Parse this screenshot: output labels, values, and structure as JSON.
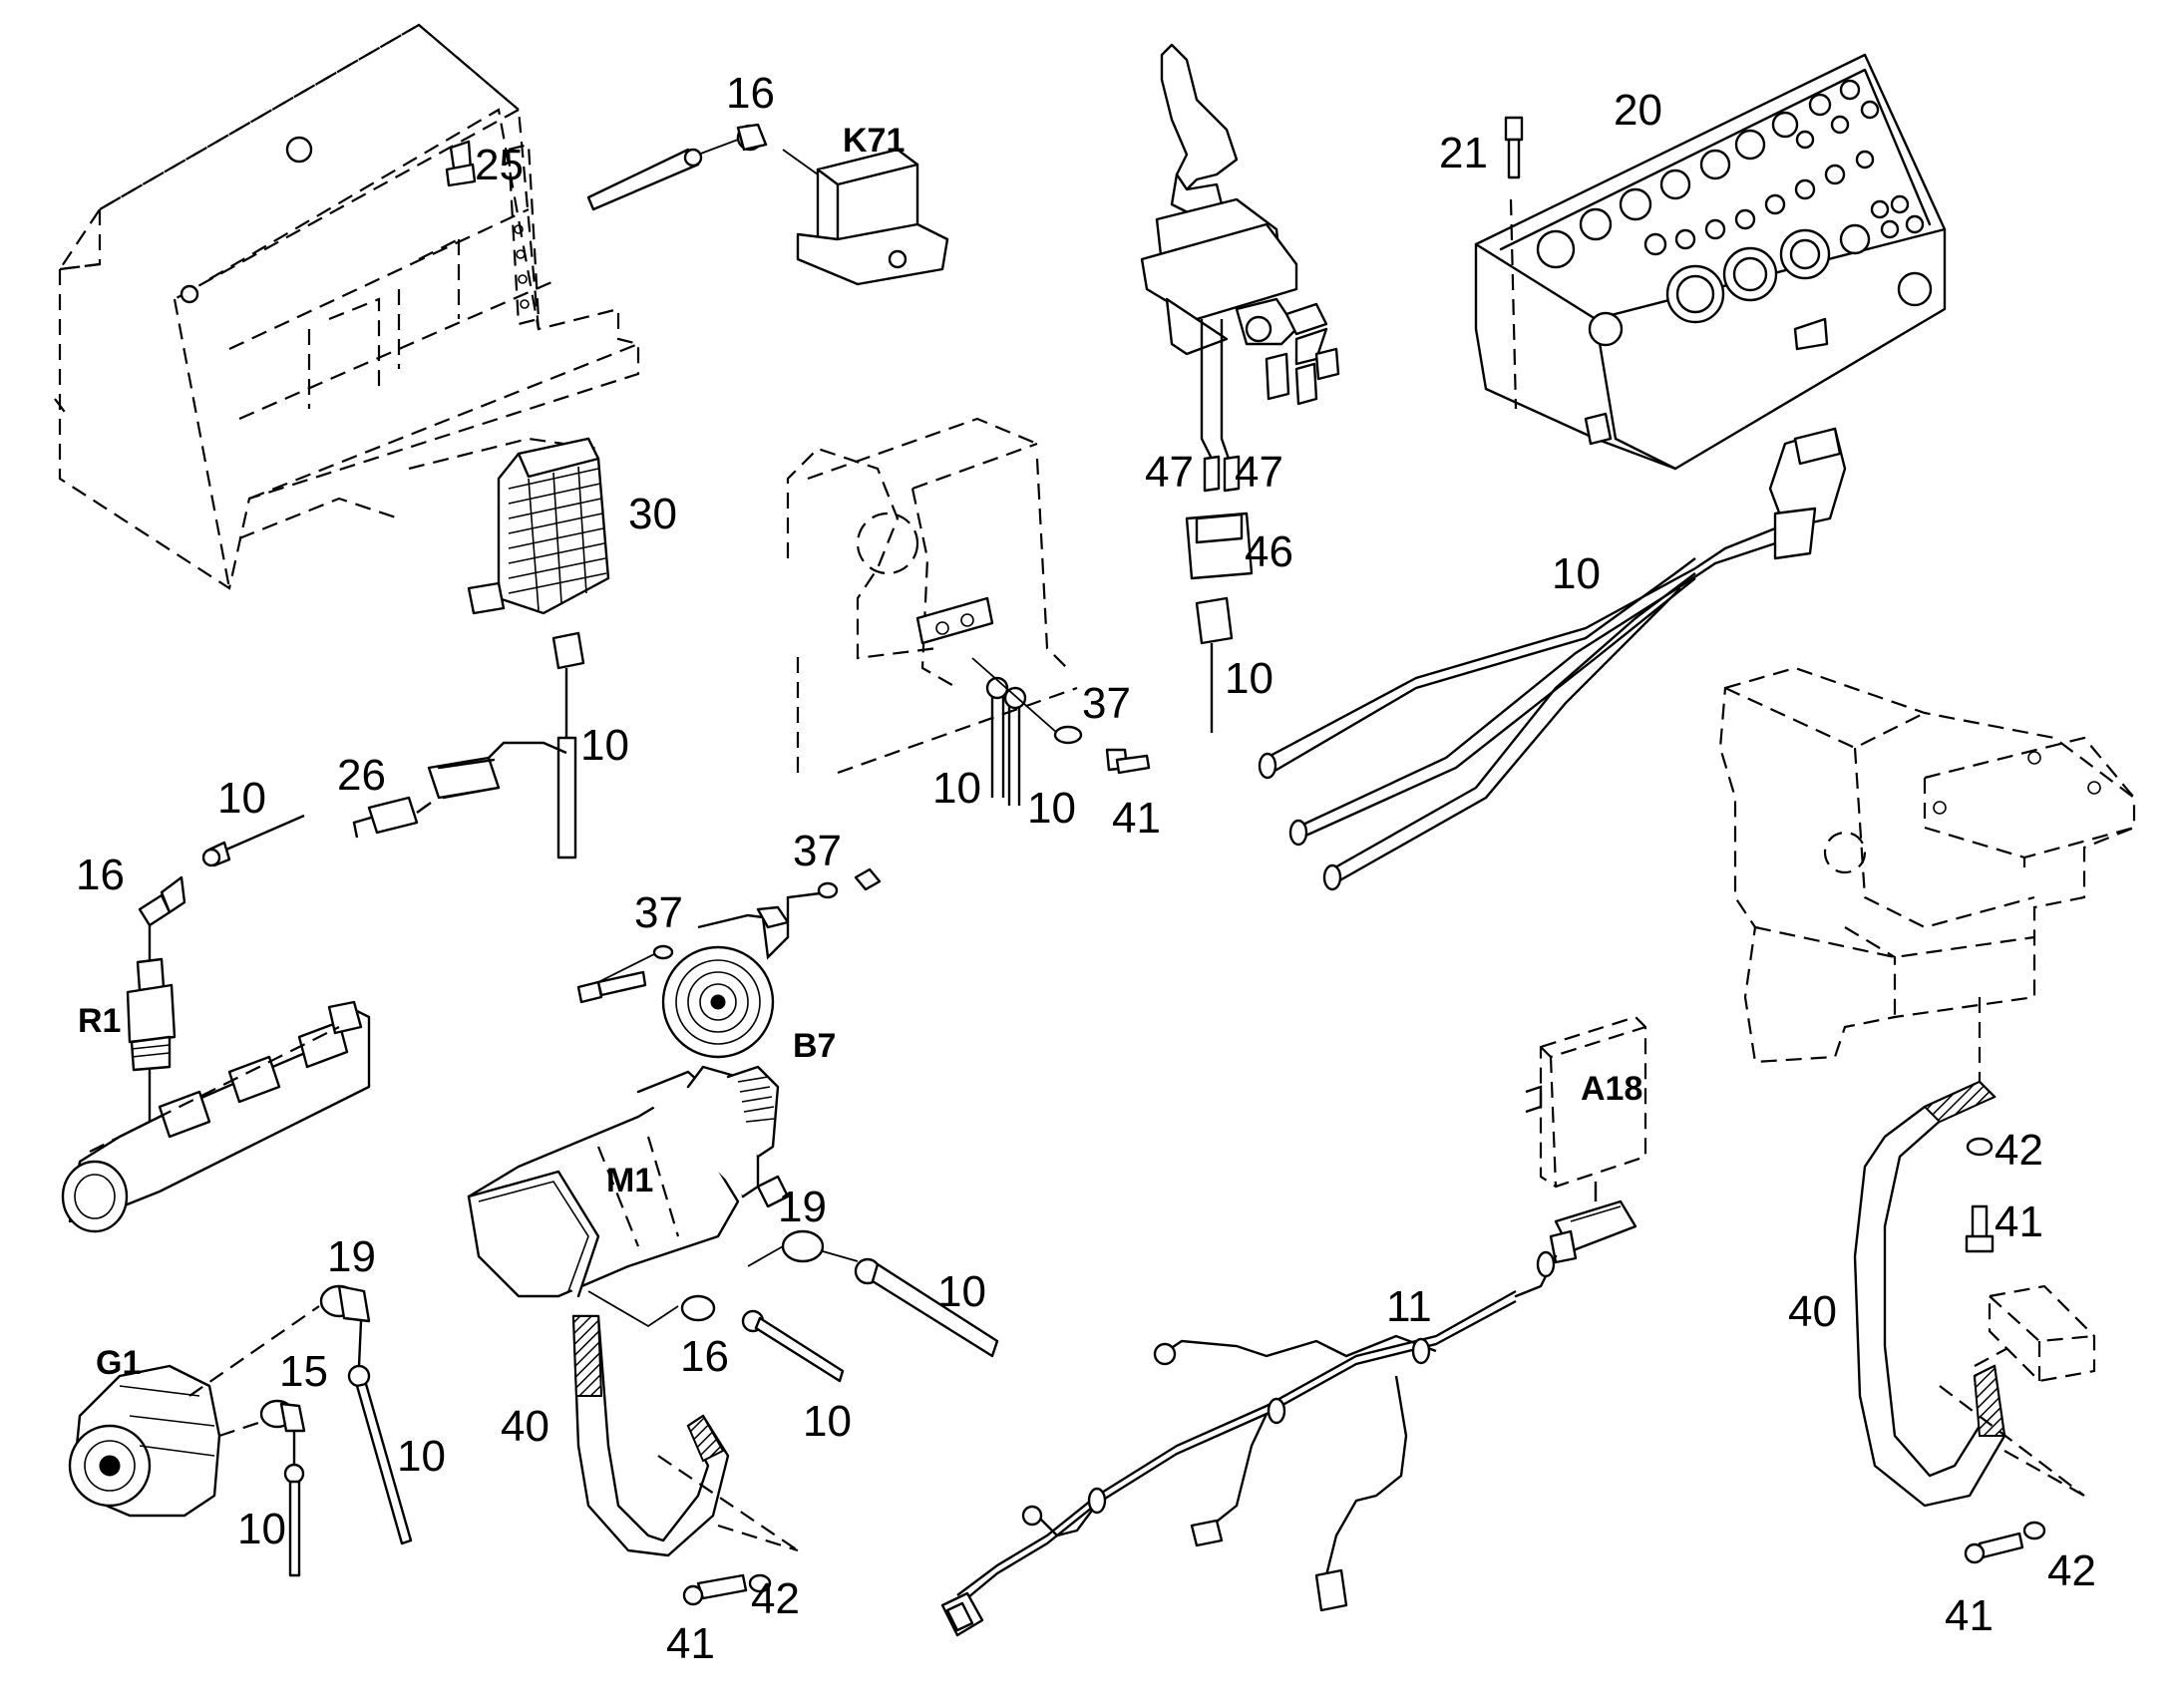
{
  "callouts": {
    "c16a": "16",
    "c25": "25",
    "c30": "30",
    "cK71": "K71",
    "c47a": "47",
    "c47b": "47",
    "c46": "46",
    "c10_joy": "10",
    "c21": "21",
    "c20": "20",
    "c10_panel": "10",
    "c10_ctrl": "10",
    "c26": "26",
    "c10_switch": "10",
    "c16b": "16",
    "cR1": "R1",
    "c37a": "37",
    "c10_bracket_a": "10",
    "c10_bracket_b": "10",
    "c41a": "41",
    "c37b": "37",
    "c37c": "37",
    "cB7": "B7",
    "cM1": "M1",
    "c19a": "19",
    "c10_m1a": "10",
    "c16c": "16",
    "c10_m1b": "10",
    "c40a": "40",
    "c41b": "41",
    "c42a": "42",
    "cG1": "G1",
    "c19b": "19",
    "c15": "15",
    "c10_g1a": "10",
    "c10_g1b": "10",
    "cA18": "A18",
    "c11": "11",
    "c42b": "42",
    "c41c": "41",
    "c40b": "40",
    "c41d": "41",
    "c42c": "42"
  }
}
